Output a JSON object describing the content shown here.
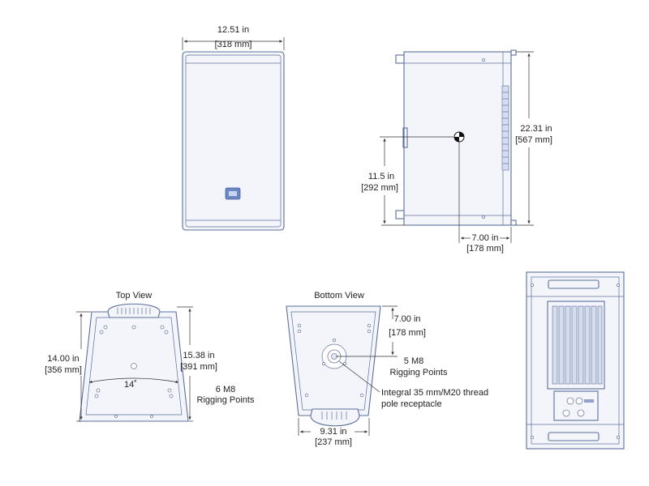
{
  "front_width": {
    "imperial": "12.51 in",
    "metric": "[318 mm]"
  },
  "side_height": {
    "imperial": "22.31 in",
    "metric": "[567 mm]"
  },
  "center_height": {
    "imperial": "11.5 in",
    "metric": "[292 mm]"
  },
  "center_depth": {
    "imperial": "7.00 in",
    "metric": "[178 mm]"
  },
  "top_view": {
    "title": "Top View",
    "depth": {
      "imperial": "14.00 in",
      "metric": "[356 mm]"
    },
    "side_length": {
      "imperial": "15.38 in",
      "metric": "[391 mm]"
    },
    "angle": "14˚",
    "rigging": {
      "line1": "6 M8",
      "line2": "Rigging Points"
    }
  },
  "bottom_view": {
    "title": "Bottom View",
    "depth": {
      "imperial": "7.00 in",
      "metric": "[178 mm]"
    },
    "rigging": {
      "line1": "5 M8",
      "line2": "Rigging Points"
    },
    "pole": {
      "line1": "Integral 35 mm/M20 thread",
      "line2": "pole receptacle"
    },
    "width": {
      "imperial": "9.31 in",
      "metric": "[237 mm]"
    }
  },
  "colors": {
    "outline": "#5b6f9c",
    "dimension": "#333333",
    "heatsink": "#d6ddec"
  }
}
